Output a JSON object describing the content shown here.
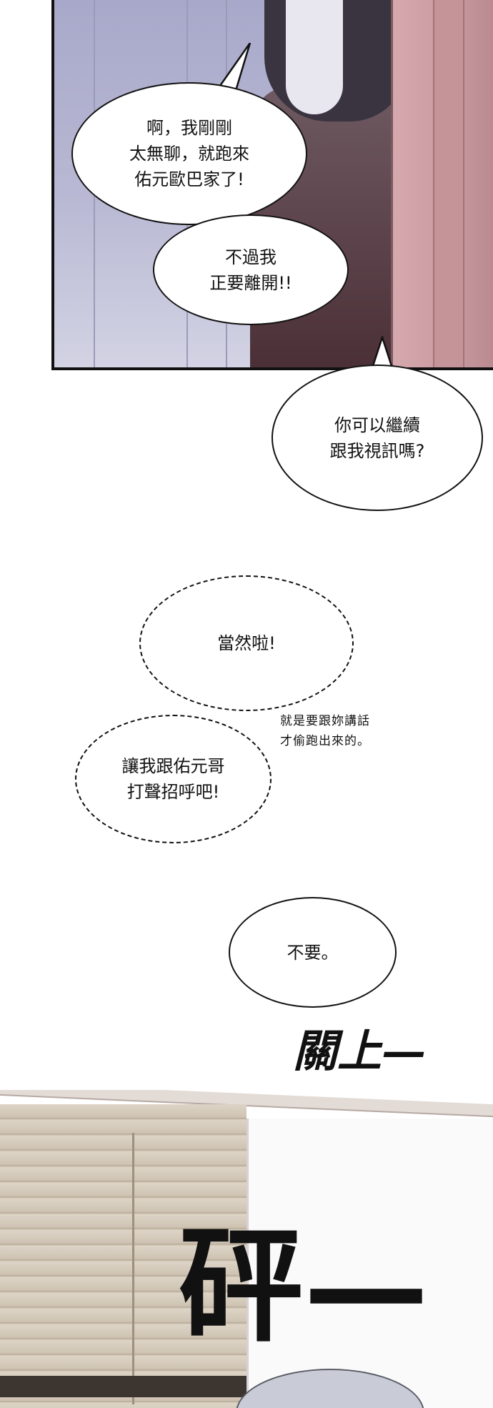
{
  "panel_top": {
    "bubble_1": "啊，我剛剛\n太無聊，就跑來\n佑元歐巴家了!",
    "bubble_2": "不過我\n正要離開!!"
  },
  "bubble_3": "你可以繼續\n跟我視訊嗎?",
  "bubble_4": "當然啦!",
  "handnote": "就是要跟妳講話\n才偷跑出來的。",
  "bubble_5": "讓我跟佑元哥\n打聲招呼吧!",
  "bubble_6": "不要。",
  "sfx_1": "關上—",
  "sfx_2": "砰—"
}
